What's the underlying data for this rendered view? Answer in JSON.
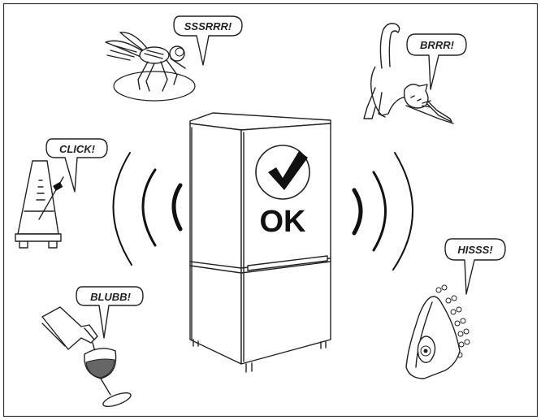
{
  "labels": {
    "fly": "SSSRRR!",
    "cat": "BRRR!",
    "metronome": "CLICK!",
    "wine": "BLUBB!",
    "iron": "HISSS!",
    "fridge": "OK"
  }
}
